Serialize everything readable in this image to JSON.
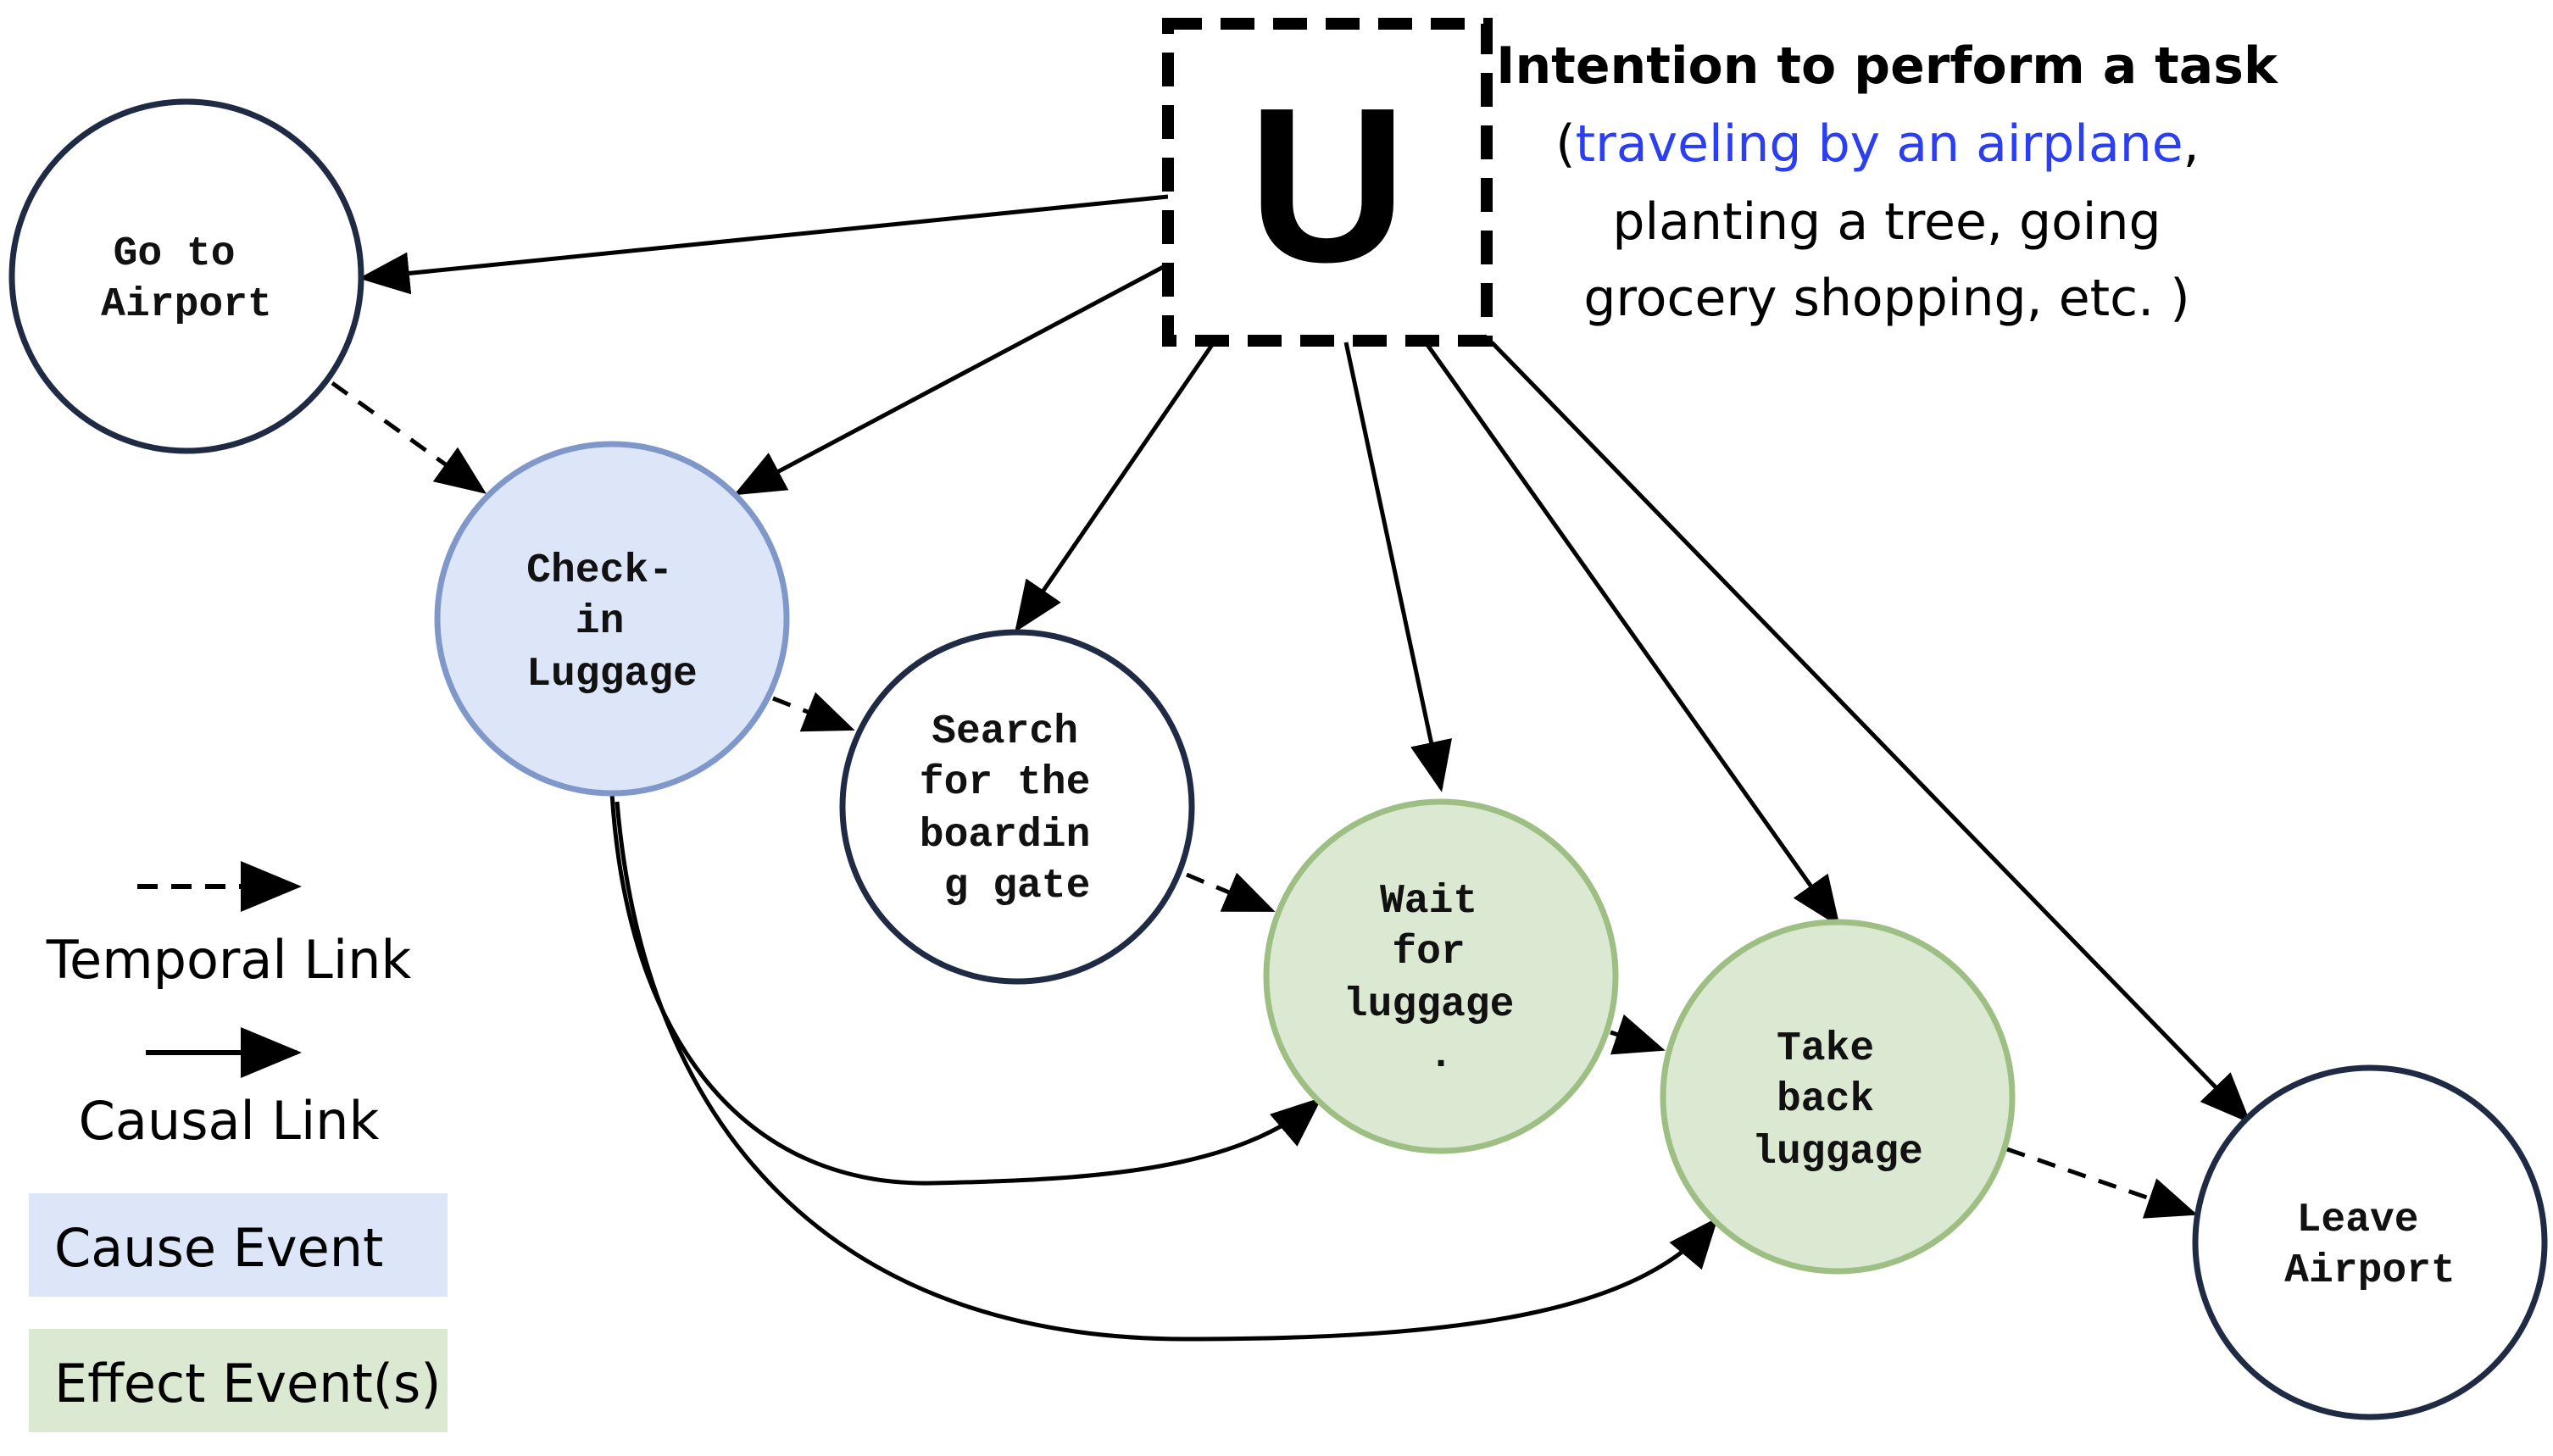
{
  "colors": {
    "outline_dark": "#1f2a44",
    "cause_fill": "#dce6f8",
    "cause_stroke": "#7f97c9",
    "effect_fill": "#dbe9d3",
    "effect_stroke": "#9ebf84",
    "highlight_text": "#2b3ff0",
    "arrow": "#000000"
  },
  "diagram": {
    "u_node": {
      "label": "U",
      "style": "dashed-square"
    },
    "intention": {
      "title": "Intention to perform a task",
      "open_paren": "(",
      "highlight": "traveling by an airplane",
      "after_highlight": ",",
      "line3": "planting a tree, going",
      "line4": "grocery shopping, etc. )"
    },
    "nodes": {
      "go_to_airport": {
        "line1": "Go to",
        "line2": "Airport",
        "type": "plain"
      },
      "check_in_luggage": {
        "line1": "Check-",
        "line2": "in",
        "line3": "Luggage",
        "type": "cause"
      },
      "search_gate": {
        "line1": "Search",
        "line2": "for the",
        "line3": "boardin",
        "line4": "g gate",
        "type": "plain"
      },
      "wait_luggage": {
        "line1": "Wait",
        "line2": "for",
        "line3": "luggage",
        "line4": ".",
        "type": "effect"
      },
      "take_back_luggage": {
        "line1": "Take",
        "line2": "back",
        "line3": "luggage",
        "type": "effect"
      },
      "leave_airport": {
        "line1": "Leave",
        "line2": "Airport",
        "type": "plain"
      }
    },
    "causal_links": [
      "U -> Go to Airport",
      "U -> Check-in Luggage",
      "U -> Search for the boarding gate",
      "U -> Wait for luggage",
      "U -> Take back luggage",
      "U -> Leave Airport",
      "Check-in Luggage -> Wait for luggage",
      "Check-in Luggage -> Take back luggage"
    ],
    "temporal_links": [
      "Go to Airport -> Check-in Luggage",
      "Check-in Luggage -> Search for the boarding gate",
      "Search for the boarding gate -> Wait for luggage",
      "Wait for luggage -> Take back luggage",
      "Take back luggage -> Leave Airport"
    ]
  },
  "legend": {
    "temporal_label": "Temporal Link",
    "causal_label": "Causal Link",
    "cause_label": "Cause Event",
    "effect_label": "Effect Event(s)"
  }
}
